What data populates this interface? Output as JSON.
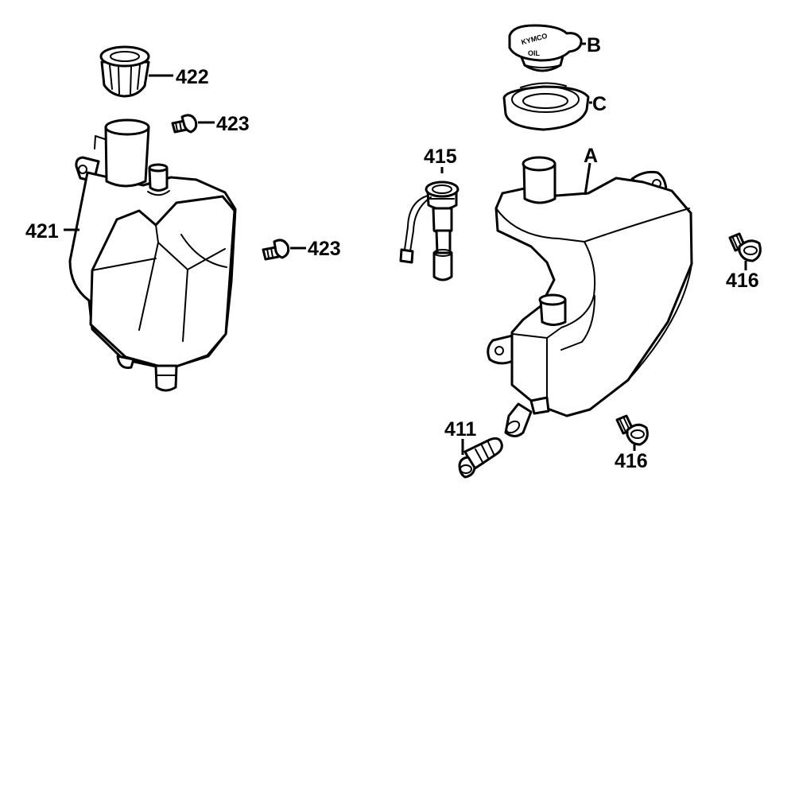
{
  "callouts": {
    "c422": "422",
    "c423_top": "423",
    "c423_mid": "423",
    "c421": "421",
    "c415": "415",
    "cB": "B",
    "cC": "C",
    "cA": "A",
    "c416_right": "416",
    "c416_bottom": "416",
    "c411": "411"
  },
  "cap_lettering": {
    "top": "KYMCO",
    "bottom": "OIL"
  }
}
